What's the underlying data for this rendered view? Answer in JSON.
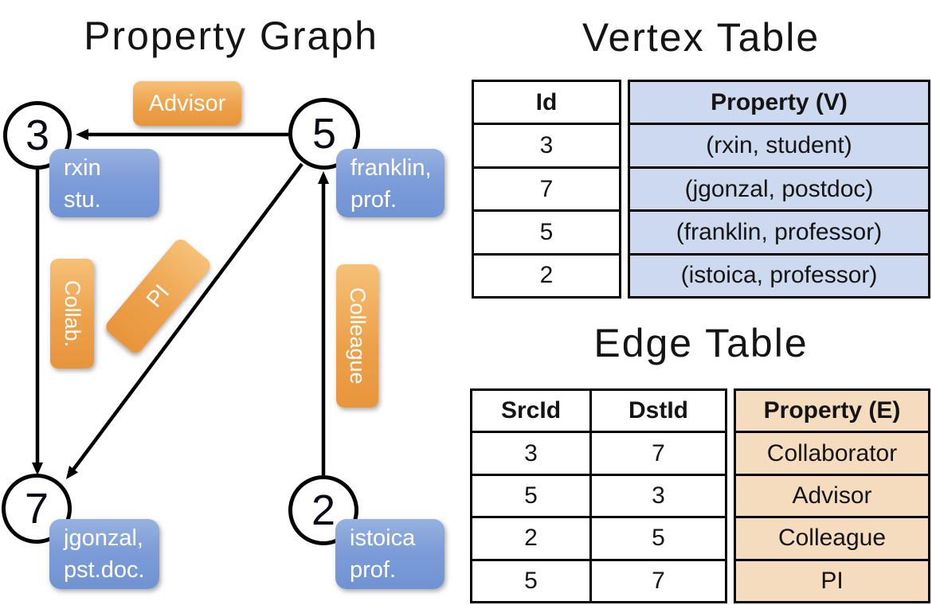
{
  "titles": {
    "graph": "Property Graph",
    "vertex_table": "Vertex Table",
    "edge_table": "Edge Table"
  },
  "graph": {
    "nodes": [
      {
        "id": "3",
        "property_line1": "rxin",
        "property_line2": "stu."
      },
      {
        "id": "5",
        "property_line1": "franklin,",
        "property_line2": "prof."
      },
      {
        "id": "7",
        "property_line1": "jgonzal,",
        "property_line2": "pst.doc."
      },
      {
        "id": "2",
        "property_line1": "istoica",
        "property_line2": "prof."
      }
    ],
    "edges": [
      {
        "src": "5",
        "dst": "3",
        "label": "Advisor"
      },
      {
        "src": "3",
        "dst": "7",
        "label": "Collab."
      },
      {
        "src": "5",
        "dst": "7",
        "label": "PI"
      },
      {
        "src": "2",
        "dst": "5",
        "label": "Colleague"
      }
    ]
  },
  "vertex_table": {
    "headers": {
      "id": "Id",
      "property": "Property (V)"
    },
    "rows": [
      {
        "id": "3",
        "property": "(rxin, student)"
      },
      {
        "id": "7",
        "property": "(jgonzal, postdoc)"
      },
      {
        "id": "5",
        "property": "(franklin, professor)"
      },
      {
        "id": "2",
        "property": "(istoica, professor)"
      }
    ]
  },
  "edge_table": {
    "headers": {
      "src": "SrcId",
      "dst": "DstId",
      "property": "Property (E)"
    },
    "rows": [
      {
        "src": "3",
        "dst": "7",
        "property": "Collaborator"
      },
      {
        "src": "5",
        "dst": "3",
        "property": "Advisor"
      },
      {
        "src": "2",
        "dst": "5",
        "property": "Colleague"
      },
      {
        "src": "5",
        "dst": "7",
        "property": "PI"
      }
    ]
  },
  "colors": {
    "edge_label_orange": "#ec9e44",
    "vertex_label_blue": "#7b9cd8",
    "vertex_property_column_bg": "#cdd9ef",
    "edge_property_column_bg": "#f5dcbe",
    "line_color": "#000000"
  }
}
